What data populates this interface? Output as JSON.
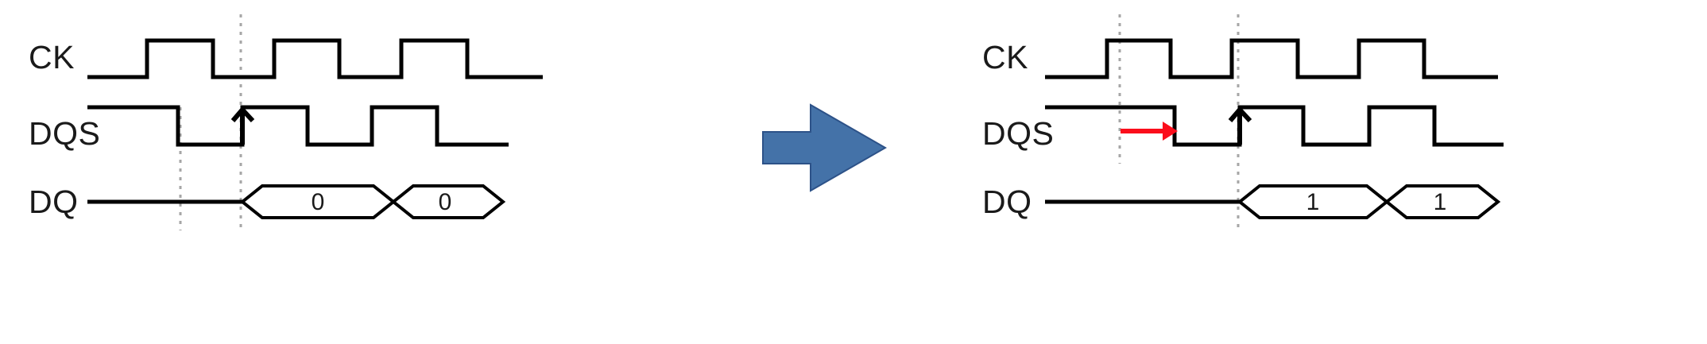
{
  "figure": {
    "type": "timing-diagram",
    "description": "DDR DQS-to-DQ timing before and after DQS delay shift",
    "transition_icon": "blue-right-arrow",
    "accent_blue": "#4472a8",
    "accent_blue_border": "#2d5288",
    "red": "#fb0d1b",
    "wave_color": "#000000",
    "dotted_color": "#a6a6a6"
  },
  "panels": [
    {
      "id": "before",
      "signals": [
        {
          "name": "CK",
          "label": "CK"
        },
        {
          "name": "DQS",
          "label": "DQS"
        },
        {
          "name": "DQ",
          "label": "DQ"
        }
      ],
      "dq_cells": [
        {
          "value": "0"
        },
        {
          "value": "0"
        }
      ],
      "markers": [
        {
          "name": "marker-line-1",
          "style": "dotted"
        },
        {
          "name": "marker-line-2",
          "style": "dotted"
        }
      ],
      "annotations": [
        {
          "name": "dqs-rising-edge-arrow",
          "color": "#000000",
          "direction": "up"
        }
      ]
    },
    {
      "id": "after",
      "signals": [
        {
          "name": "CK",
          "label": "CK"
        },
        {
          "name": "DQS",
          "label": "DQS"
        },
        {
          "name": "DQ",
          "label": "DQ"
        }
      ],
      "dq_cells": [
        {
          "value": "1"
        },
        {
          "value": "1"
        }
      ],
      "markers": [
        {
          "name": "marker-line-1",
          "style": "dotted"
        },
        {
          "name": "marker-line-2",
          "style": "dotted"
        }
      ],
      "annotations": [
        {
          "name": "dqs-shift-arrow",
          "color": "#fb0d1b",
          "direction": "right"
        },
        {
          "name": "dqs-rising-edge-arrow",
          "color": "#000000",
          "direction": "up"
        }
      ]
    }
  ]
}
